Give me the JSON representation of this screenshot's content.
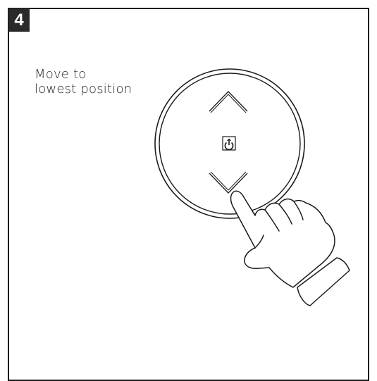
{
  "step": {
    "number": "4"
  },
  "instruction": {
    "line1": "Move to",
    "line2": "lowest position"
  },
  "icons": {
    "up": "chevron-up-icon",
    "down": "chevron-down-icon",
    "center": "power-icon",
    "hand": "pointing-hand-icon"
  },
  "colors": {
    "line": "#1a1a1a",
    "badge": "#2a2a2a",
    "background": "#ffffff"
  }
}
